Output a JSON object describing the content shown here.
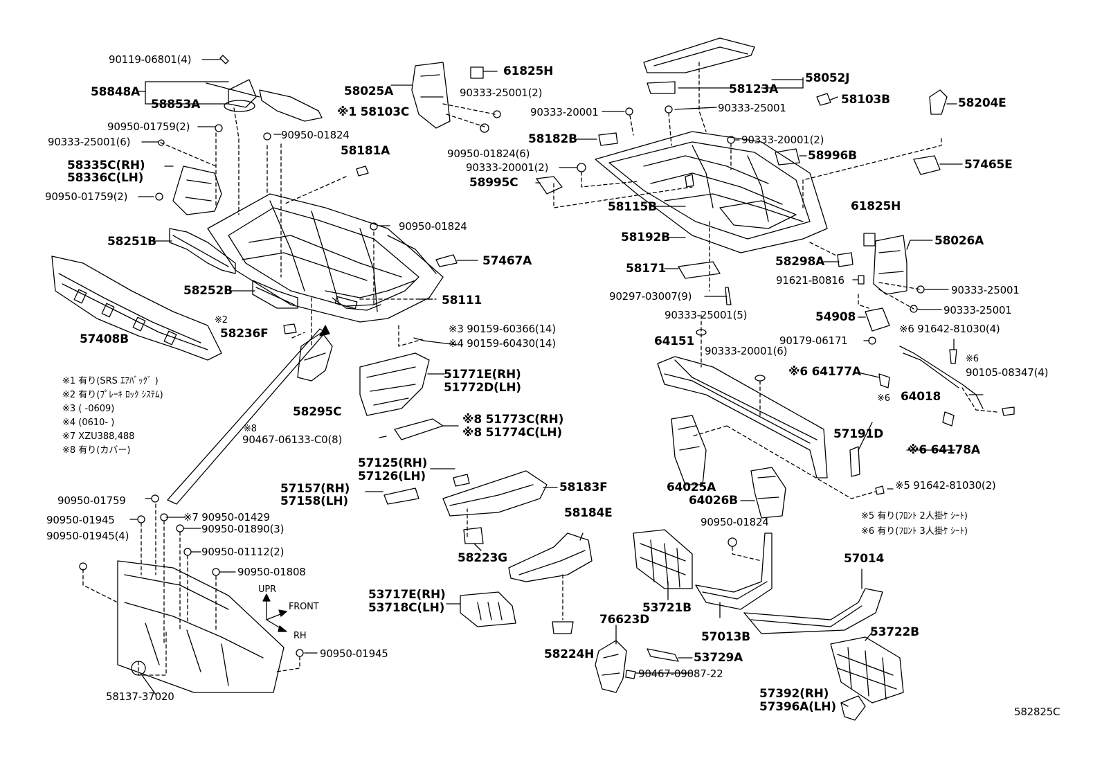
{
  "diagram": {
    "code": "582825C",
    "legend": [
      "※1 有り(SRS ｴｱﾊﾞｯｸﾞ )",
      "※2 有り(ﾌﾟﾚｰｷ ﾛｯｸ ｼｽﾃﾑ)",
      "※3 (     -0609)",
      "※4 (0610-     )",
      "※7 XZU388,488",
      "※8 有り(カバー)"
    ],
    "seat_notes": [
      "※5 有り(ﾌﾛﾝﾄ 2人掛ｹ ｼｰﾄ)",
      "※6 有り(ﾌﾛﾝﾄ 3人掛ｹ ｼｰﾄ)"
    ],
    "direction": {
      "up": "UPR",
      "front": "FRONT",
      "right": "RH"
    },
    "labels": {
      "p90119": "90119-06801(4)",
      "p58848A": "58848A",
      "p58853A": "58853A",
      "p58103C": "※1 58103C",
      "p90950_01759_2": "90950-01759(2)",
      "p90950_01824a": "90950-01824",
      "p90333_25001_6": "90333-25001(6)",
      "p58181A": "58181A",
      "p58335C": "58335C(RH)",
      "p58336C": "58336C(LH)",
      "p90950_01759_2b": "90950-01759(2)",
      "p90950_01824b": "90950-01824",
      "p58251B": "58251B",
      "p57467A": "57467A",
      "p58252B": "58252B",
      "p58111": "58111",
      "p57408B": "57408B",
      "p_x2": "※2",
      "p58236F": "58236F",
      "p58025A": "58025A",
      "p61825H_a": "61825H",
      "p90333_25001_2": "90333-25001(2)",
      "p90950_01824_6": "90950-01824(6)",
      "p58295C": "58295C",
      "p90159_3": "※3 90159-60366(14)",
      "p90159_4": "※4 90159-60430(14)",
      "p51771E": "51771E(RH)",
      "p51772D": "51772D(LH)",
      "p_x8a": "※8",
      "p90467_06133": "90467-06133-C0(8)",
      "p51773C": "※8 51773C(RH)",
      "p51774C": "※8 51774C(LH)",
      "p57125": "57125(RH)",
      "p57126": "57126(LH)",
      "p57157": "57157(RH)",
      "p57158": "57158(LH)",
      "p58183F": "58183F",
      "p58184E": "58184E",
      "p58223G": "58223G",
      "p53717E": "53717E(RH)",
      "p53718C": "53718C(LH)",
      "p58224H": "58224H",
      "p90950_01759": "90950-01759",
      "p90950_01945": "90950-01945",
      "p90950_01429": "※7 90950-01429",
      "p90950_01945_4": "90950-01945(4)",
      "p90950_01890": "90950-01890(3)",
      "p90950_01112": "90950-01112(2)",
      "p90950_01808": "90950-01808",
      "p90950_01945b": "90950-01945",
      "p58137": "58137-37020",
      "p58052J": "58052J",
      "p58123A": "58123A",
      "p90333_20001": "90333-20001",
      "p90333_25001a": "90333-25001",
      "p58103B": "58103B",
      "p58204E": "58204E",
      "p58182B": "58182B",
      "p90333_20001_2a": "90333-20001(2)",
      "p58996B": "58996B",
      "p90333_20001_2b": "90333-20001(2)",
      "p57465E": "57465E",
      "p58995C": "58995C",
      "p58115B": "58115B",
      "p61825H_b": "61825H",
      "p58192B": "58192B",
      "p58026A": "58026A",
      "p58171": "58171",
      "p58298A": "58298A",
      "p91621": "91621-B0816",
      "p90333_25001b": "90333-25001",
      "p90297": "90297-03007(9)",
      "p90333_25001c": "90333-25001",
      "p90333_25001_5": "90333-25001(5)",
      "p54908": "54908",
      "p91642_4": "※6 91642-81030(4)",
      "p64151": "64151",
      "p90179": "90179-06171",
      "p90333_20001_6": "90333-20001(6)",
      "p_x6a": "※6",
      "p90105": "90105-08347(4)",
      "p64177A": "※6 64177A",
      "p_x6b": "※6",
      "p64018": "64018",
      "p57191D": "57191D",
      "p64178A": "※6 64178A",
      "p64025A": "64025A",
      "p91642_2": "※5 91642-81030(2)",
      "p64026B": "64026B",
      "p90950_01824c": "90950-01824",
      "p57014": "57014",
      "p53721B": "53721B",
      "p76623D": "76623D",
      "p57013B": "57013B",
      "p53722B": "53722B",
      "p53729A": "53729A",
      "p90467_09087": "90467-09087-22",
      "p57392": "57392(RH)",
      "p57396A": "57396A(LH)"
    }
  }
}
